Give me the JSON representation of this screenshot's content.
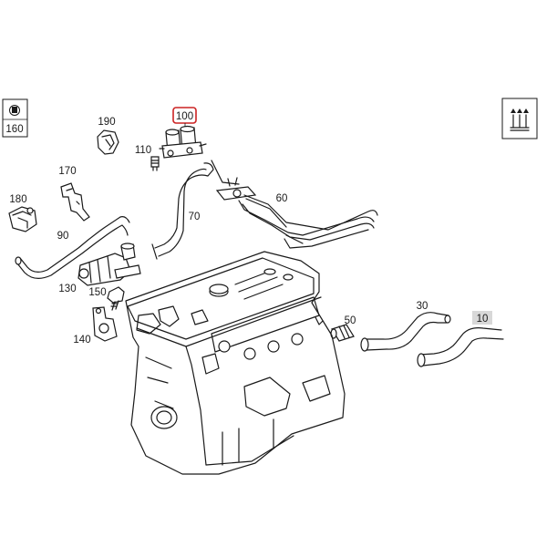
{
  "callouts": {
    "c100": "100",
    "c110": "110",
    "c190": "190",
    "c170": "170",
    "c180": "180",
    "c160": "160",
    "c90": "90",
    "c70": "70",
    "c60": "60",
    "c130": "130",
    "c150": "150",
    "c140": "140",
    "c50": "50",
    "c30": "30",
    "c10": "10"
  },
  "highlight": {
    "part": "100",
    "border_color": "#cc2222"
  },
  "marker": {
    "part": "10",
    "background": "#d8d8d8"
  },
  "icons": {
    "left_box": "fastener-icon",
    "right_box": "heater-icon"
  }
}
